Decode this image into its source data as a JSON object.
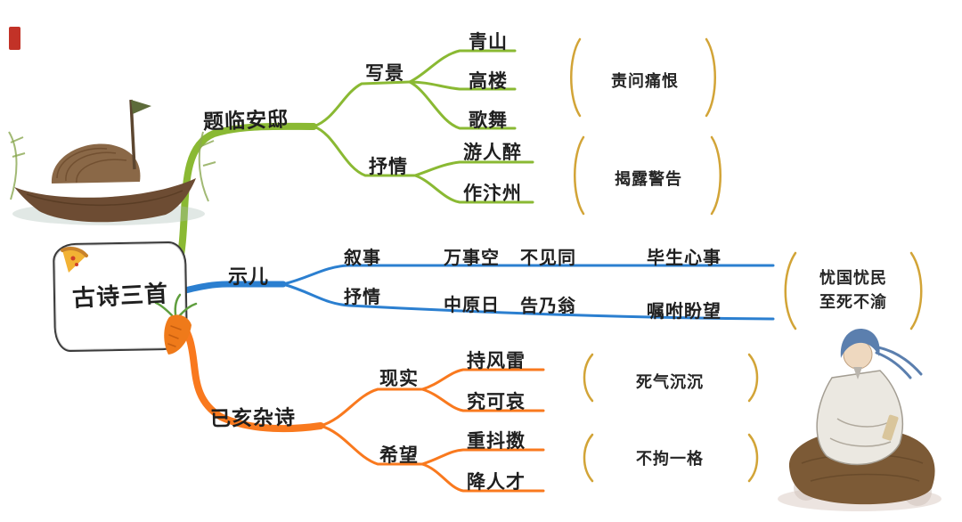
{
  "page": {
    "background": "#ffffff",
    "kind": "mind-map of three ancient Chinese poems"
  },
  "center": {
    "label": "古诗三首"
  },
  "branches": [
    {
      "label": "题临安邸",
      "color": "#8ab933",
      "nodes": [
        {
          "label": "写景",
          "leaves": [
            "青山",
            "高楼",
            "歌舞"
          ],
          "annotation": "责问痛恨"
        },
        {
          "label": "抒情",
          "leaves": [
            "游人醉",
            "作汴州"
          ],
          "annotation": "揭露警告"
        }
      ]
    },
    {
      "label": "示儿",
      "color": "#2b7fd0",
      "rows": [
        {
          "segments": [
            "叙事",
            "万事空",
            "不见同",
            "毕生心事"
          ]
        },
        {
          "segments": [
            "抒情",
            "中原日",
            "告乃翁",
            "嘱咐盼望"
          ]
        }
      ],
      "annotation": {
        "line1": "忧国忧民",
        "line2": "至死不渝"
      }
    },
    {
      "label": "已亥杂诗",
      "color": "#f9791e",
      "nodes": [
        {
          "label": "现实",
          "leaves": [
            "持风雷",
            "究可哀"
          ],
          "annotation": "死气沉沉"
        },
        {
          "label": "希望",
          "leaves": [
            "重抖擞",
            "降人才"
          ],
          "annotation": "不拘一格"
        }
      ]
    }
  ],
  "colors": {
    "bracket": "#d2a437",
    "text": "#1f1f1f",
    "background": "#ffffff"
  },
  "decorations": {
    "top_left": "ink-wash-boat-illustration",
    "top_left_corner": "red-seal-mark",
    "center_box_top_left": "pizza-slice-icon",
    "center_box_bottom_right": "carrot-icon",
    "bottom_right": "seated-poet-illustration"
  }
}
